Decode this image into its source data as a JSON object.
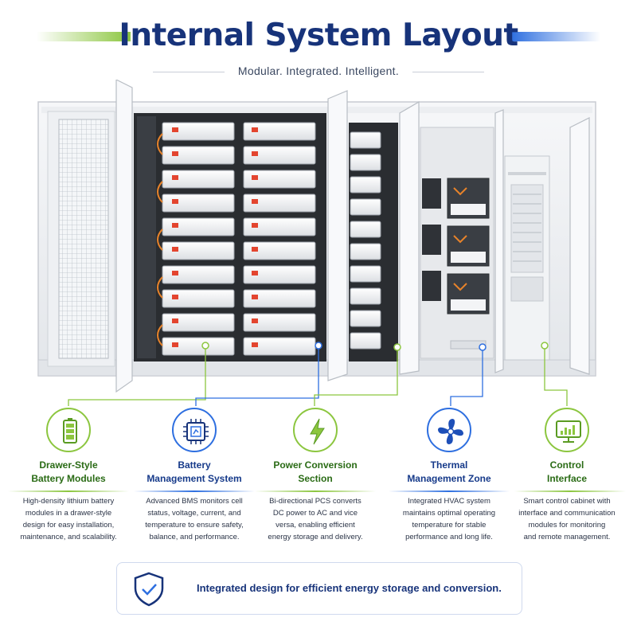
{
  "header": {
    "title": "Internal System Layout",
    "subtitle": "Modular. Integrated. Intelligent."
  },
  "colors": {
    "green": "#8cc63f",
    "dark_green": "#2a6b15",
    "blue": "#2e6fe0",
    "navy": "#17337a"
  },
  "features": [
    {
      "title_line1": "Drawer-Style",
      "title_line2": "Battery Modules",
      "icon": "battery-icon",
      "desc_line1": "High-density lithium battery",
      "desc_line2": "modules in a drawer-style",
      "desc_line3": "design for easy installation,",
      "desc_line4": "maintenance, and scalability."
    },
    {
      "title_line1": "Battery",
      "title_line2": "Management System",
      "icon": "chip-icon",
      "desc_line1": "Advanced BMS monitors cell",
      "desc_line2": "status, voltage, current, and",
      "desc_line3": "temperature to ensure safety,",
      "desc_line4": "balance, and performance."
    },
    {
      "title_line1": "Power Conversion",
      "title_line2": "Section",
      "icon": "lightning-icon",
      "desc_line1": "Bi-directional PCS converts",
      "desc_line2": "DC power to AC and vice",
      "desc_line3": "versa, enabling efficient",
      "desc_line4": "energy storage and delivery."
    },
    {
      "title_line1": "Thermal",
      "title_line2": "Management Zone",
      "icon": "fan-icon",
      "desc_line1": "Integrated HVAC system",
      "desc_line2": "maintains optimal operating",
      "desc_line3": "temperature for stable",
      "desc_line4": "performance and long life."
    },
    {
      "title_line1": "Control",
      "title_line2": "Interface",
      "icon": "monitor-chart-icon",
      "desc_line1": "Smart control cabinet with",
      "desc_line2": "interface and communication",
      "desc_line3": "modules for monitoring",
      "desc_line4": "and remote management."
    }
  ],
  "banner": {
    "icon": "shield-check-icon",
    "text": "Integrated design for efficient energy storage and conversion."
  }
}
